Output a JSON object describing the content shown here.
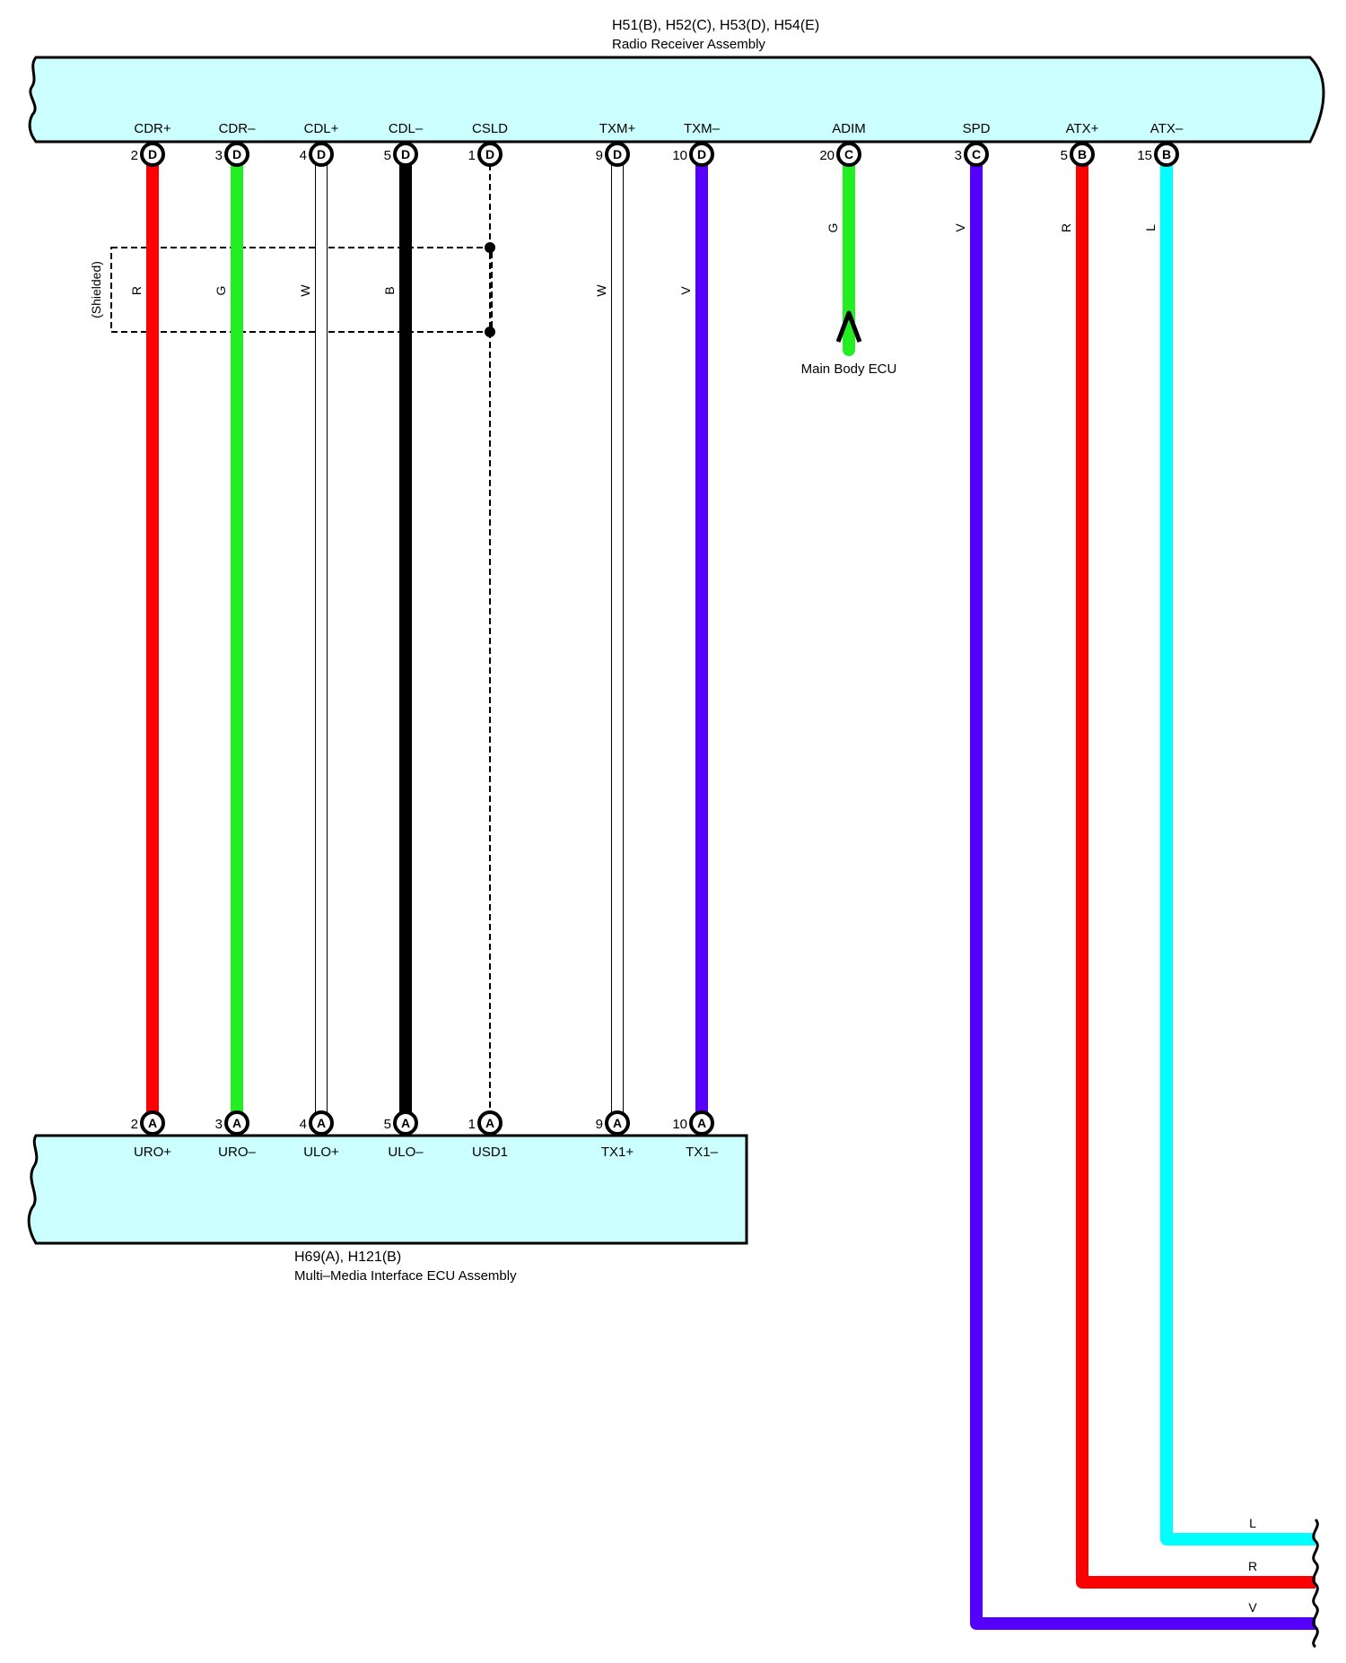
{
  "top_component": {
    "connectors": "H51(B), H52(C), H53(D), H54(E)",
    "name": "Radio Receiver Assembly"
  },
  "bottom_component": {
    "connectors": "H69(A), H121(B)",
    "name": "Multi–Media Interface ECU Assembly"
  },
  "shield_label": "(Shielded)",
  "main_body_ecu_label": "Main Body ECU",
  "colors": {
    "R": "#ff0000",
    "G": "#22ee22",
    "W": "#ffffff",
    "B": "#000000",
    "V": "#5500ff",
    "L": "#00ffff",
    "component_fill": "#ccffff"
  },
  "wires": [
    {
      "id": "cdr-plus",
      "top_pin": "CDR+",
      "top_num": "2",
      "top_conn": "D",
      "bottom_pin": "URO+",
      "bottom_num": "2",
      "bottom_conn": "A",
      "color_code": "R",
      "style": "solid"
    },
    {
      "id": "cdr-minus",
      "top_pin": "CDR–",
      "top_num": "3",
      "top_conn": "D",
      "bottom_pin": "URO–",
      "bottom_num": "3",
      "bottom_conn": "A",
      "color_code": "G",
      "style": "solid"
    },
    {
      "id": "cdl-plus",
      "top_pin": "CDL+",
      "top_num": "4",
      "top_conn": "D",
      "bottom_pin": "ULO+",
      "bottom_num": "4",
      "bottom_conn": "A",
      "color_code": "W",
      "style": "solid"
    },
    {
      "id": "cdl-minus",
      "top_pin": "CDL–",
      "top_num": "5",
      "top_conn": "D",
      "bottom_pin": "ULO–",
      "bottom_num": "5",
      "bottom_conn": "A",
      "color_code": "B",
      "style": "solid"
    },
    {
      "id": "csld",
      "top_pin": "CSLD",
      "top_num": "1",
      "top_conn": "D",
      "bottom_pin": "USD1",
      "bottom_num": "1",
      "bottom_conn": "A",
      "color_code": "",
      "style": "dashed"
    },
    {
      "id": "txm-plus",
      "top_pin": "TXM+",
      "top_num": "9",
      "top_conn": "D",
      "bottom_pin": "TX1+",
      "bottom_num": "9",
      "bottom_conn": "A",
      "color_code": "W",
      "style": "solid"
    },
    {
      "id": "txm-minus",
      "top_pin": "TXM–",
      "top_num": "10",
      "top_conn": "D",
      "bottom_pin": "TX1–",
      "bottom_num": "10",
      "bottom_conn": "A",
      "color_code": "V",
      "style": "solid"
    },
    {
      "id": "adim",
      "top_pin": "ADIM",
      "top_num": "20",
      "top_conn": "C",
      "color_code": "G",
      "destination": "Main Body ECU"
    },
    {
      "id": "spd",
      "top_pin": "SPD",
      "top_num": "3",
      "top_conn": "C",
      "color_code": "V",
      "exit_label": "V"
    },
    {
      "id": "atx-plus",
      "top_pin": "ATX+",
      "top_num": "5",
      "top_conn": "B",
      "color_code": "R",
      "exit_label": "R"
    },
    {
      "id": "atx-minus",
      "top_pin": "ATX–",
      "top_num": "15",
      "top_conn": "B",
      "color_code": "L",
      "exit_label": "L"
    }
  ]
}
